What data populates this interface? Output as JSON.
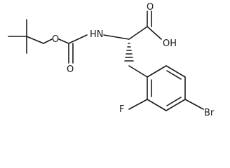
{
  "structure": {
    "atoms": {
      "nh": "HN",
      "oh": "OH",
      "o_carbonyl_acid": "O",
      "o_carbonyl_carbamate": "O",
      "o_ether": "O",
      "f": "F",
      "br": "Br"
    }
  }
}
